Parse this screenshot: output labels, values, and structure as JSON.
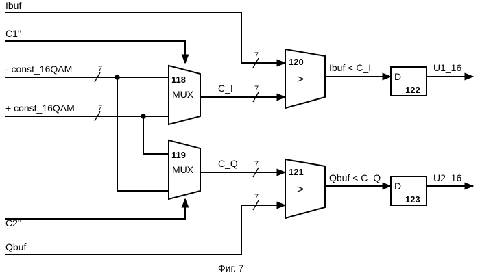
{
  "signals": {
    "ibuf": "Ibuf",
    "c1": "C1''",
    "minus_const": "- const_16QAM",
    "plus_const": "+ const_16QAM",
    "c2": "C2''",
    "qbuf": "Qbuf",
    "c_i": "C_I",
    "c_q": "C_Q",
    "cmp_i": "Ibuf < C_I",
    "cmp_q": "Qbuf < C_Q",
    "out1": "U1_16",
    "out2": "U2_16"
  },
  "bus_width": "7",
  "blocks": {
    "mux1": {
      "id": "118",
      "label": "MUX"
    },
    "mux2": {
      "id": "119",
      "label": "MUX"
    },
    "cmp1": {
      "id": "120",
      "symbol": ">"
    },
    "cmp2": {
      "id": "121",
      "symbol": ">"
    },
    "ff1": {
      "id": "122",
      "label": "D"
    },
    "ff2": {
      "id": "123",
      "label": "D"
    }
  },
  "caption": "Фиг. 7"
}
